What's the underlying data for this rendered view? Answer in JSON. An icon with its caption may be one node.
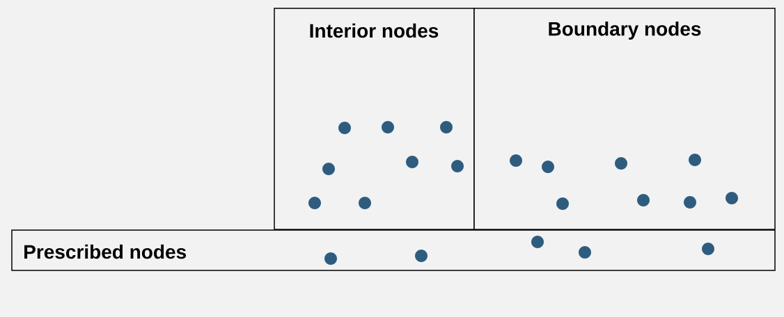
{
  "diagram": {
    "nodes": [
      {
        "text": [
          "Interior nodes"
        ]
      },
      {
        "text": [
          "Boundary nodes"
        ]
      },
      {
        "text": [
          "Prescribed nodes"
        ]
      }
    ]
  }
}
